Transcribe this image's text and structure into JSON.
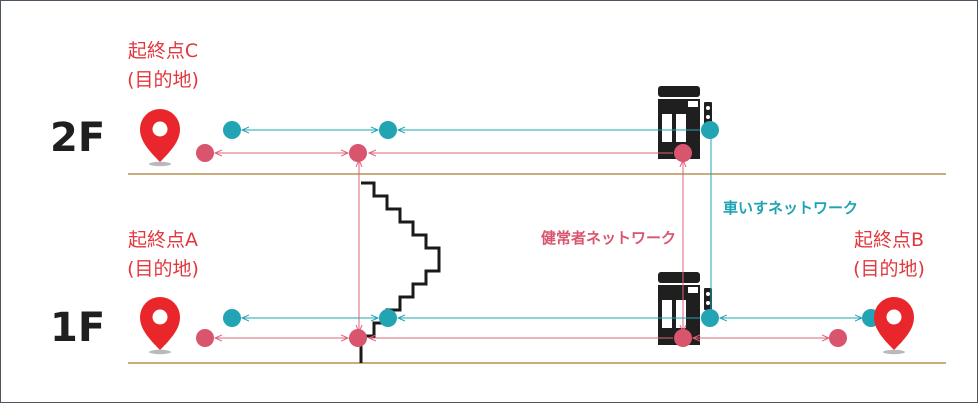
{
  "colors": {
    "healthy_network": "#e0627a",
    "wheelchair_network": "#22a4b5",
    "pin": "#e8262b",
    "floor_line": "#c9ad7d",
    "label_red": "#e0383e"
  },
  "floors": {
    "upper": "2F",
    "lower": "1F"
  },
  "endpoints": {
    "c": {
      "name": "起終点C",
      "note": "(目的地)"
    },
    "a": {
      "name": "起終点A",
      "note": "(目的地)"
    },
    "b": {
      "name": "起終点B",
      "note": "(目的地)"
    }
  },
  "networks": {
    "healthy": "健常者ネットワーク",
    "wheelchair": "車いすネットワーク"
  },
  "icons": [
    "map-pin-icon",
    "elevator-icon",
    "stairs-icon"
  ]
}
